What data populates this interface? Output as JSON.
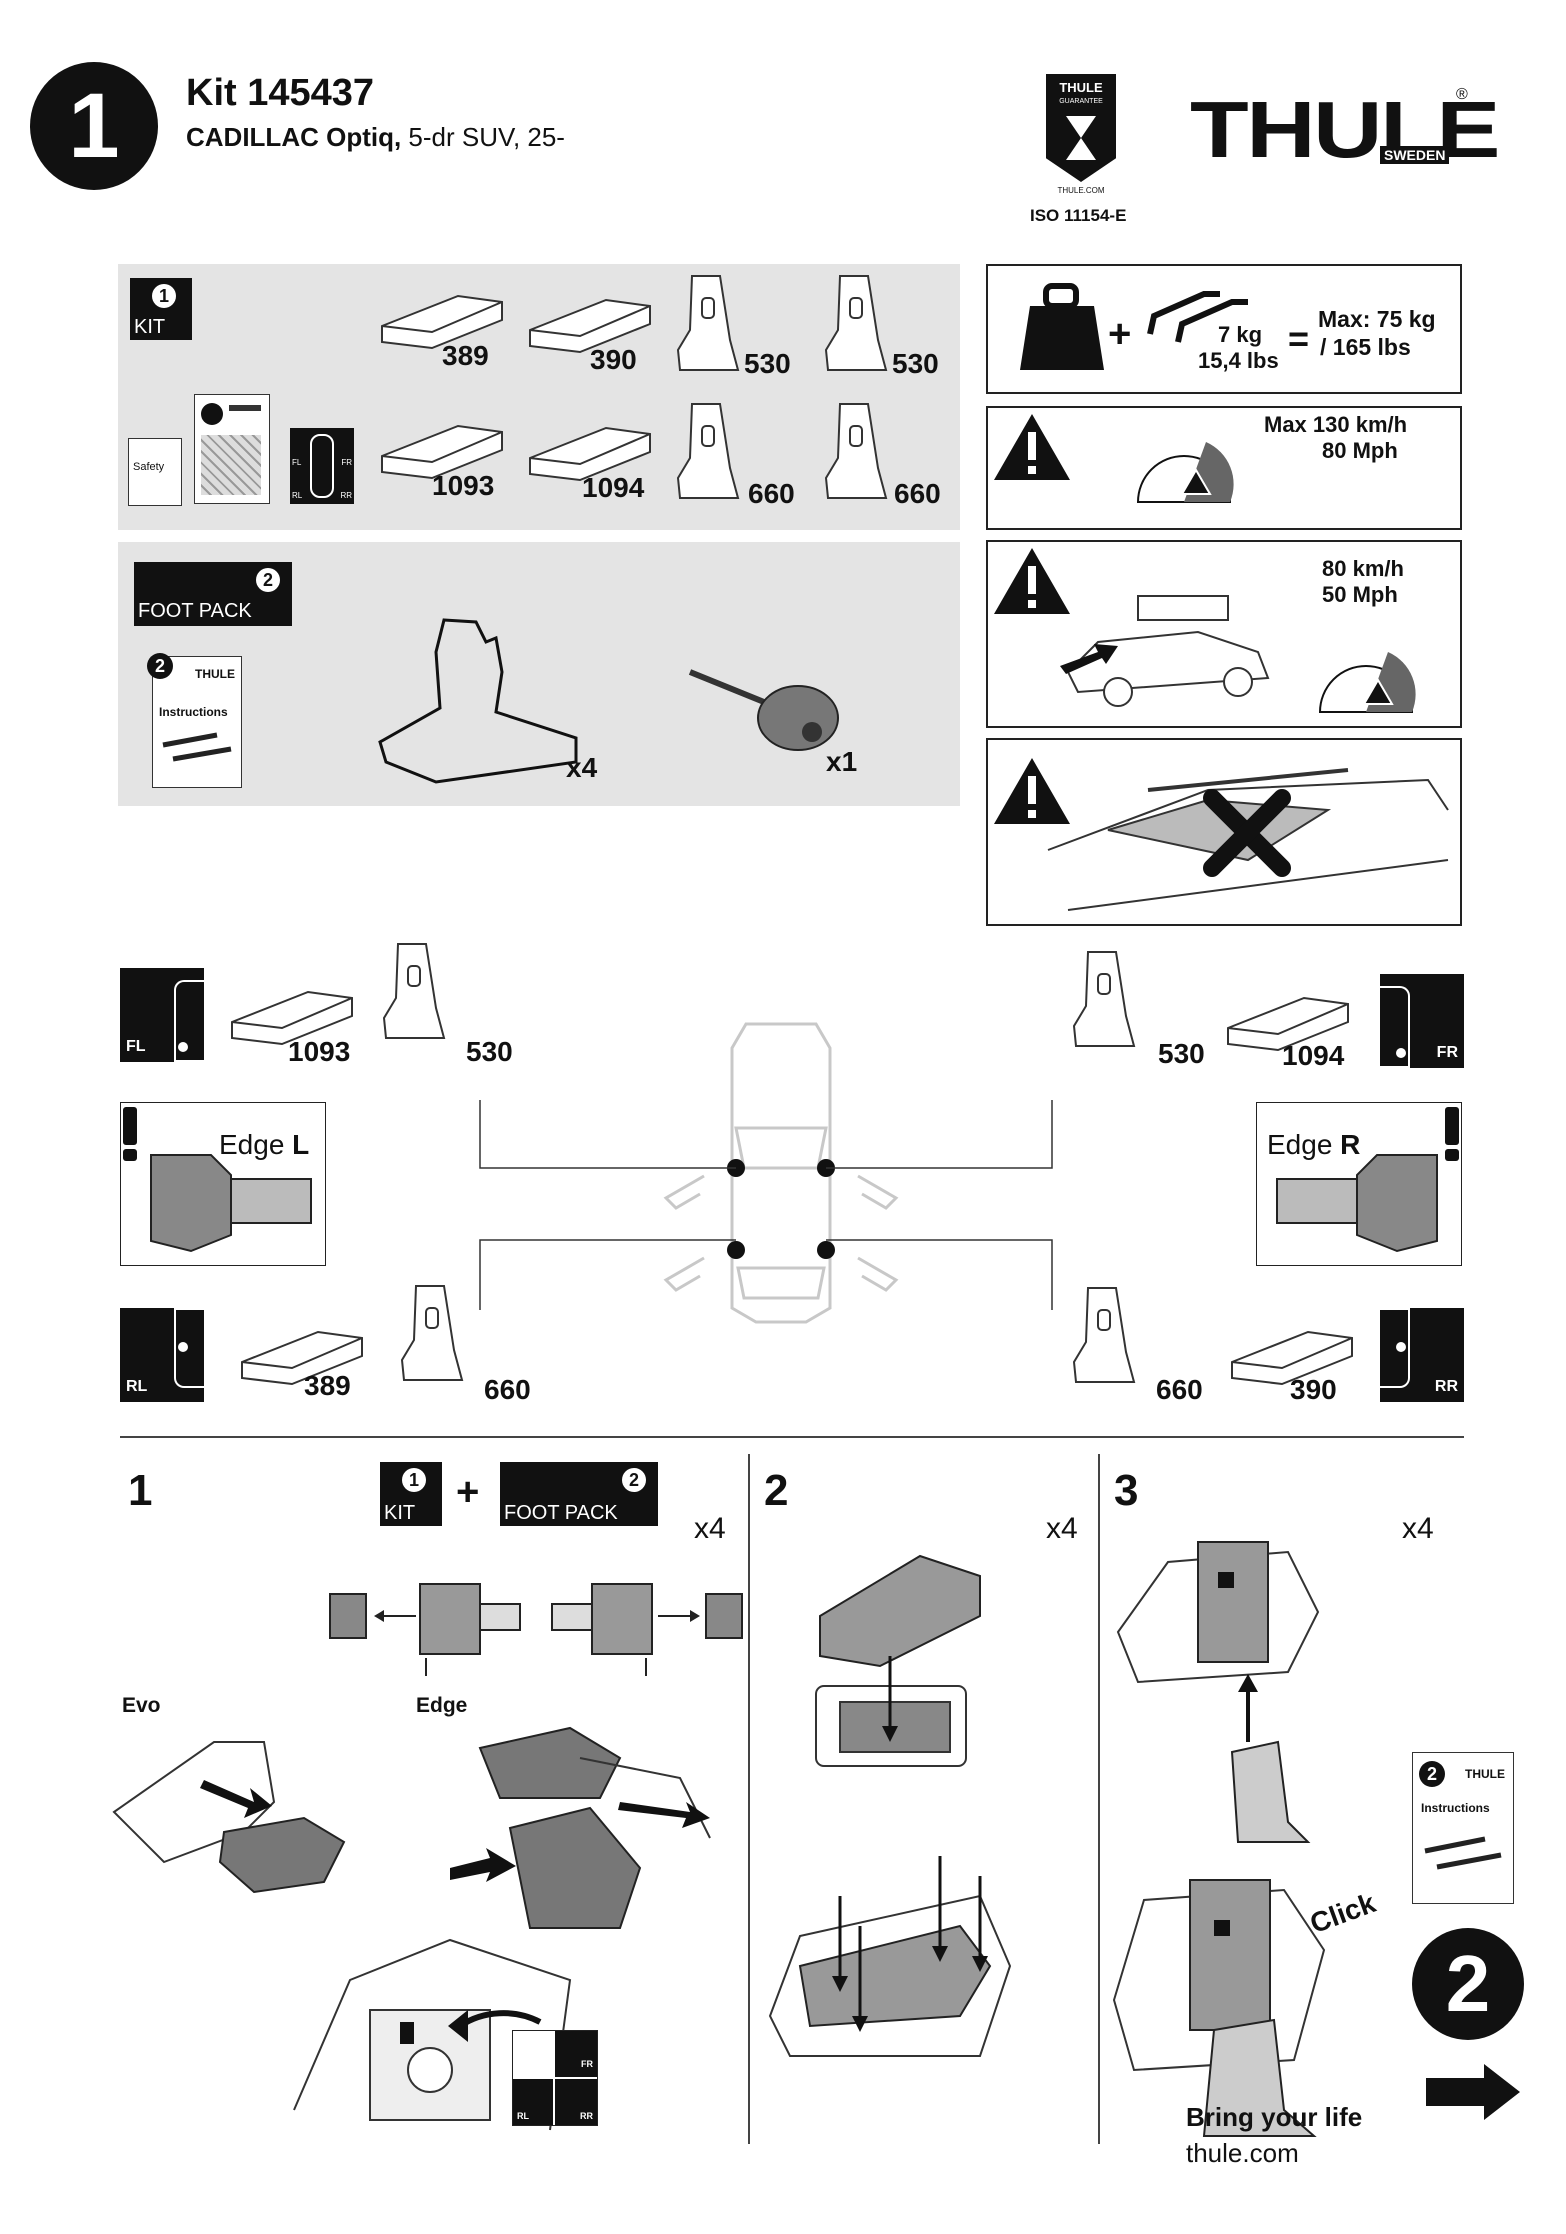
{
  "header": {
    "step_badge": "1",
    "kit_title": "Kit 145437",
    "vehicle_bold": "CADILLAC Optiq,",
    "vehicle_rest": " 5-dr SUV, 25-",
    "guarantee_top": "THULE",
    "guarantee_sub": "GUARANTEE",
    "guarantee_url": "THULE.COM",
    "iso": "ISO 11154-E",
    "brand": "THULE",
    "brand_sub": "SWEDEN",
    "brand_reg": "®"
  },
  "kit_panel": {
    "badge_num": "1",
    "badge_label": "KIT",
    "safety_label": "Safety",
    "corner_fl": "FL",
    "corner_fr": "FR",
    "corner_rl": "RL",
    "corner_rr": "RR",
    "parts": [
      "389",
      "390",
      "530",
      "530",
      "1093",
      "1094",
      "660",
      "660"
    ]
  },
  "foot_pack": {
    "badge_num": "2",
    "badge_label": "FOOT PACK",
    "instr_num": "2",
    "instr_brand": "THULE",
    "instr_label": "Instructions",
    "foot_qty": "x4",
    "tool_qty": "x1"
  },
  "warnings": {
    "load_weight": "7 kg",
    "load_weight_lbs": "15,4 lbs",
    "equals": "=",
    "plus": "+",
    "max_load": "Max: 75 kg",
    "max_load_lbs": "/ 165 lbs",
    "max_speed": "Max 130 km/h",
    "max_speed_mph": "80 Mph",
    "load_speed": "80 km/h",
    "load_speed_mph": "50 Mph"
  },
  "positions": {
    "fl": {
      "label": "FL",
      "pad": "1093",
      "foot": "530"
    },
    "fr": {
      "label": "FR",
      "pad": "1094",
      "foot": "530"
    },
    "rl": {
      "label": "RL",
      "pad": "389",
      "foot": "660"
    },
    "rr": {
      "label": "RR",
      "pad": "390",
      "foot": "660"
    },
    "edge_l_text": "Edge ",
    "edge_l_letter": "L",
    "edge_r_text": "Edge ",
    "edge_r_letter": "R"
  },
  "steps": {
    "s1": {
      "num": "1",
      "kit_num": "1",
      "kit_label": "KIT",
      "plus": "+",
      "fp_num": "2",
      "fp_label": "FOOT PACK",
      "qty": "x4",
      "evo": "Evo",
      "edge": "Edge",
      "corner_fr": "FR",
      "corner_rl": "RL",
      "corner_rr": "RR"
    },
    "s2": {
      "num": "2",
      "qty": "x4"
    },
    "s3": {
      "num": "3",
      "qty": "x4",
      "click": "Click"
    }
  },
  "footer": {
    "instr_num": "2",
    "instr_brand": "THULE",
    "instr_label": "Instructions",
    "next_num": "2",
    "tagline": "Bring your life",
    "url": "thule.com"
  }
}
